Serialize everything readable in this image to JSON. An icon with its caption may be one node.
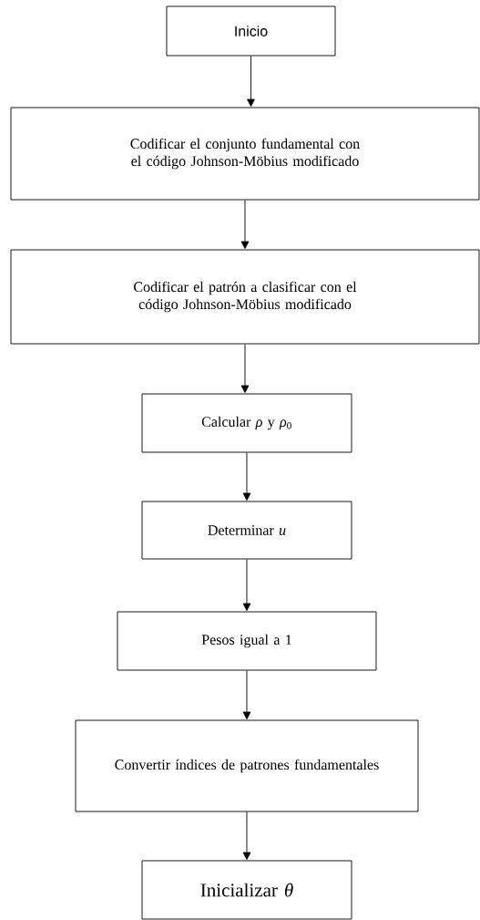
{
  "diagram": {
    "nodes": [
      {
        "text": [
          "Inicio"
        ]
      },
      {
        "text": [
          "Codificar el conjunto fundamental con el código Johnson-Möbius modificado"
        ]
      },
      {
        "text": [
          "Codificar el patrón a clasificar con el código Johnson-Möbius modificado"
        ]
      },
      {
        "text": [
          "Calcular *ρ* y *ρ*$_{0}$"
        ]
      },
      {
        "text": [
          "Determinar *u*"
        ]
      },
      {
        "text": [
          "Pesos igual a 1"
        ]
      },
      {
        "text": [
          "Convertir índices de patrones fundamentales"
        ]
      },
      {
        "text": [
          "Inicializar *θ*"
        ]
      }
    ],
    "edges": [
      {
        "from": 0,
        "to": 1,
        "arrow": "to"
      },
      {
        "from": 1,
        "to": 2,
        "arrow": "to"
      },
      {
        "from": 2,
        "to": 3,
        "arrow": "to"
      },
      {
        "from": 3,
        "to": 4,
        "arrow": "to"
      },
      {
        "from": 4,
        "to": 5,
        "arrow": "to"
      },
      {
        "from": 5,
        "to": 6,
        "arrow": "to"
      },
      {
        "from": 6,
        "to": 7,
        "arrow": "to"
      }
    ]
  }
}
